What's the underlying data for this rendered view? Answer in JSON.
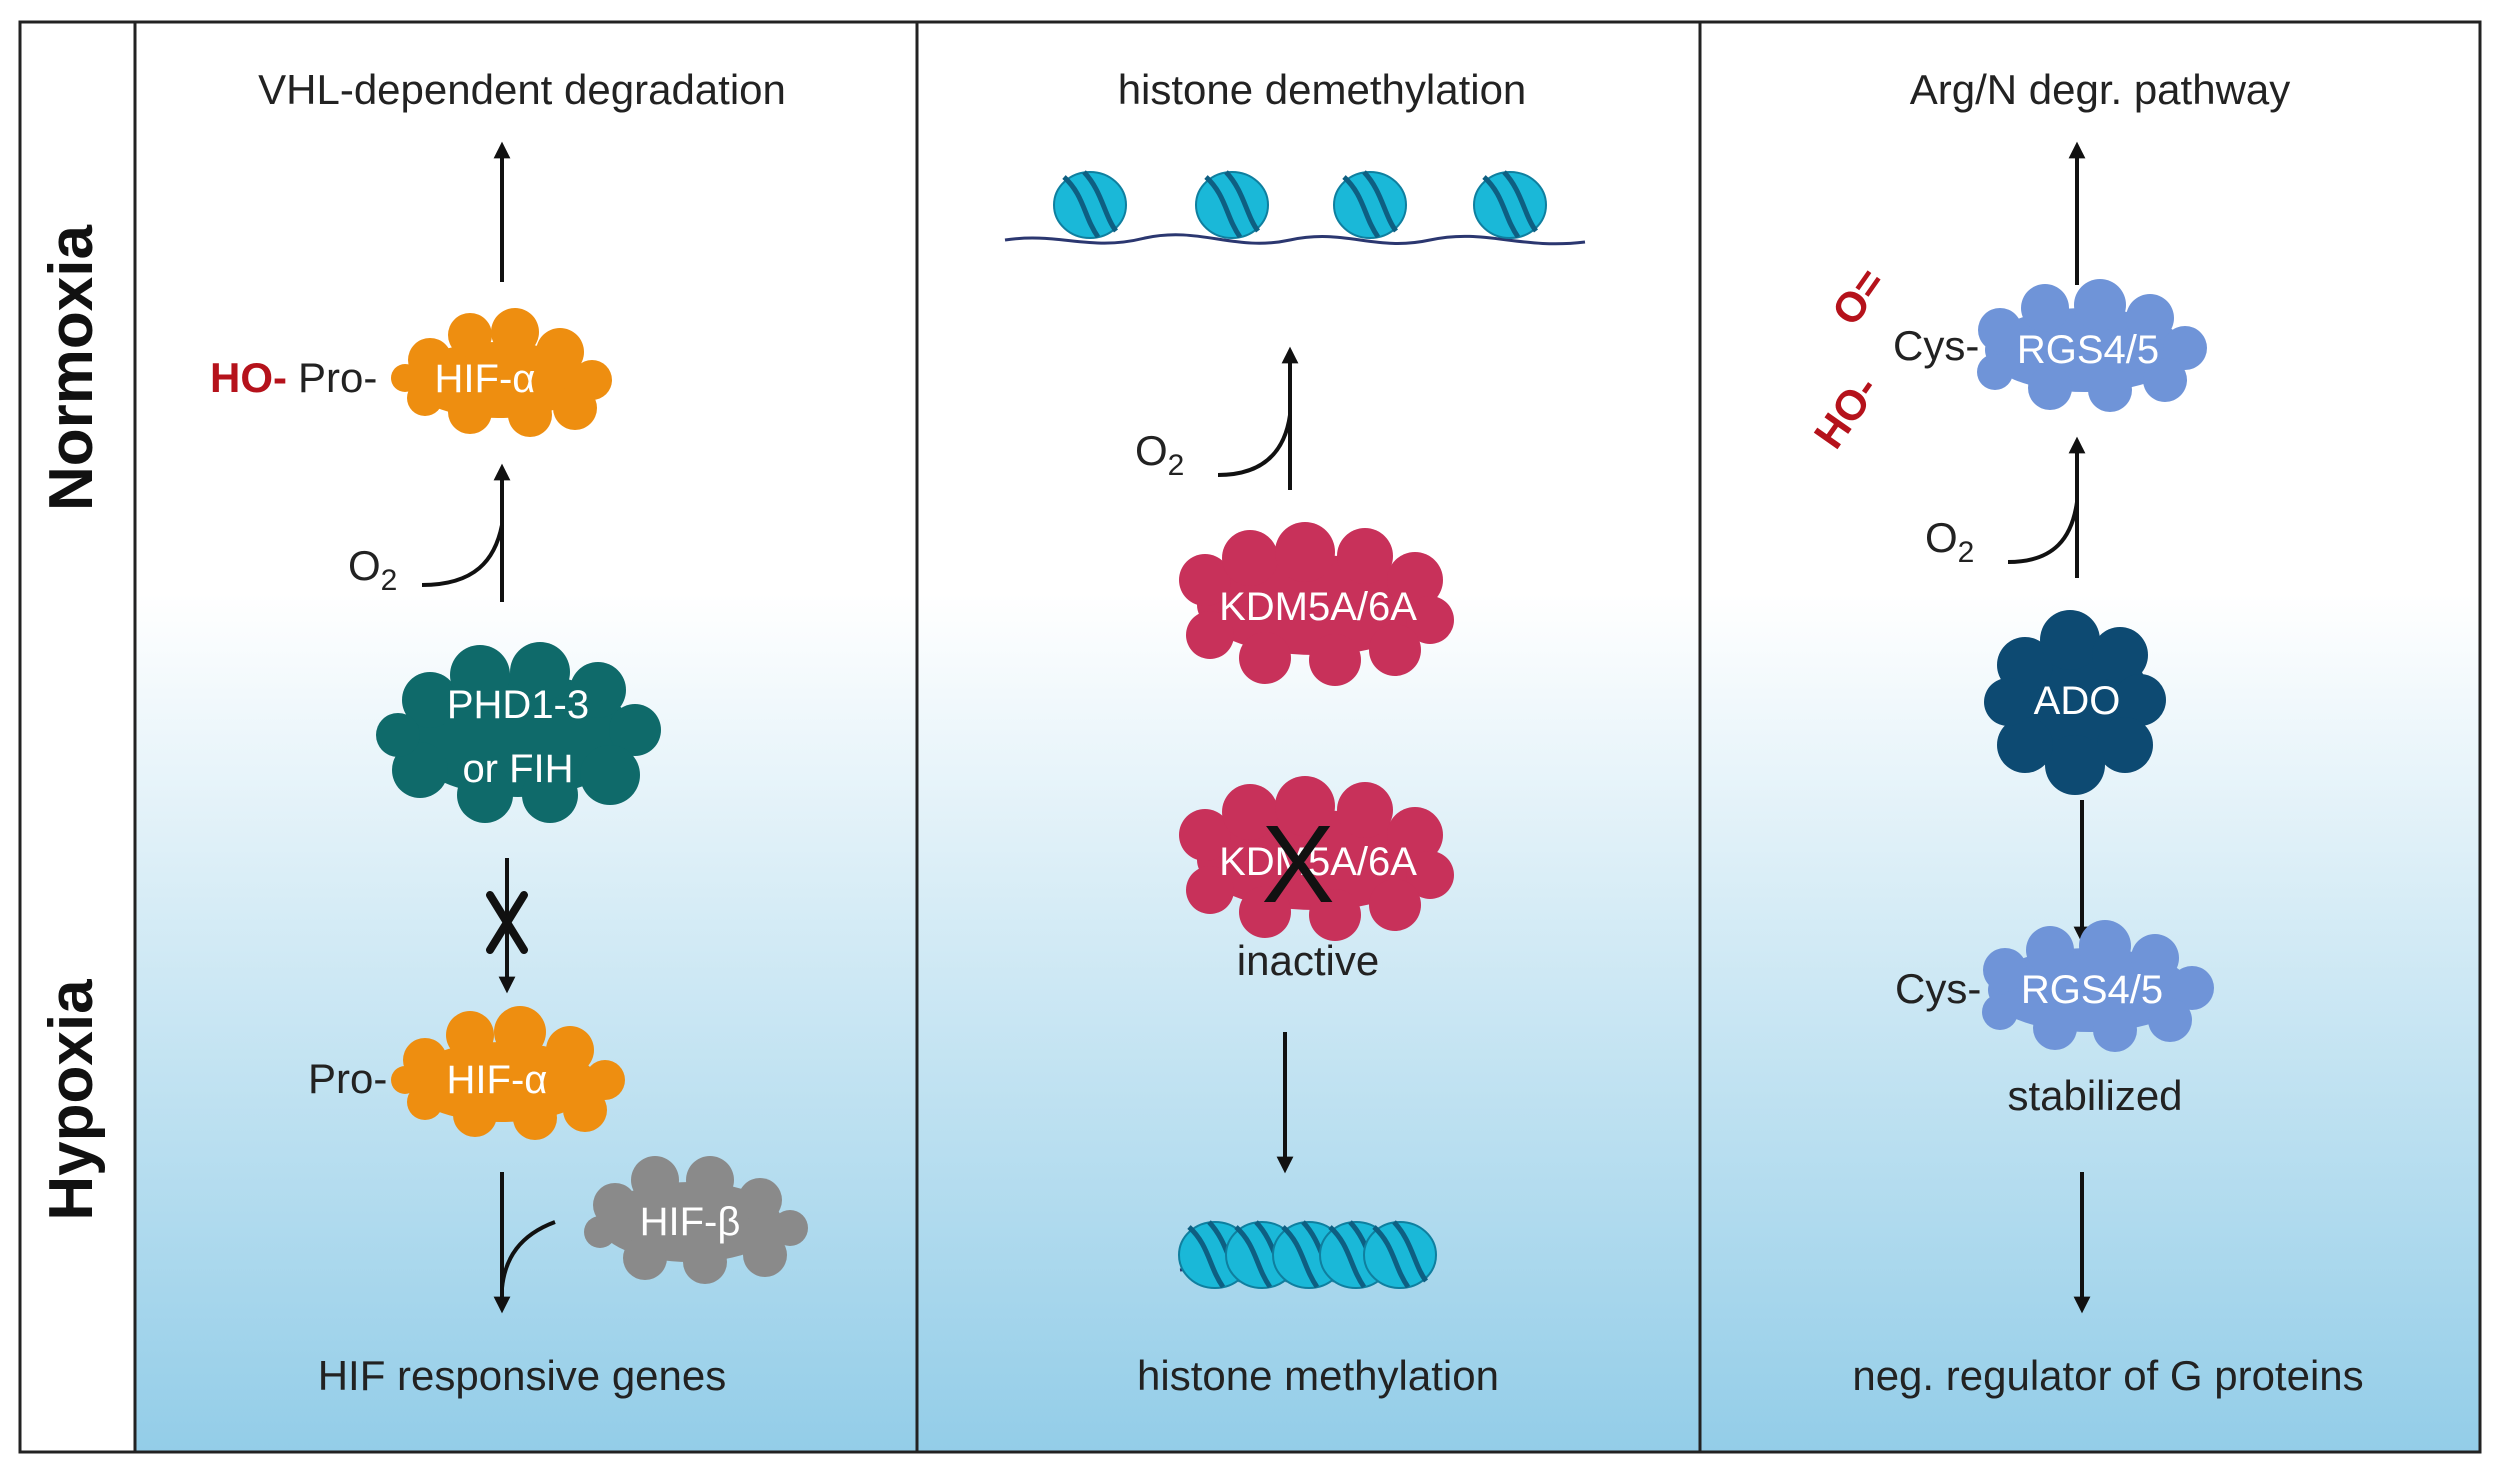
{
  "side_labels": {
    "normoxia": "Normoxia",
    "hypoxia": "Hypoxia"
  },
  "panels": {
    "hif": {
      "top": "VHL-dependent degradation",
      "bottom": "HIF responsive genes",
      "ho": "HO-",
      "pro": "Pro-",
      "hif_alpha": "HIF-α",
      "o2": "O",
      "o2_sub": "2",
      "enzyme_line1": "PHD1-3",
      "enzyme_line2": "or FIH",
      "hif_beta": "HIF-β"
    },
    "kdm": {
      "top": "histone demethylation",
      "bottom": "histone methylation",
      "o2": "O",
      "o2_sub": "2",
      "enzyme": "KDM5A/6A",
      "inactive": "inactive",
      "x_mark": "X"
    },
    "ado": {
      "top": "Arg/N degr. pathway",
      "bottom": "neg. regulator of G proteins",
      "oxo": "O=",
      "ho": "HO-",
      "cys": "Cys-",
      "rgs": "RGS4/5",
      "o2": "O",
      "o2_sub": "2",
      "enzyme": "ADO",
      "stabilized": "stabilized"
    }
  },
  "colors": {
    "hif_alpha": "#ee8e10",
    "phd": "#0f6a6a",
    "hif_beta": "#8a8a8a",
    "kdm": "#c8315a",
    "nucleosome": "#1ab8d8",
    "rgs": "#6f94d8",
    "ado": "#0d4a72",
    "gradient_bottom": "#93cde8"
  }
}
